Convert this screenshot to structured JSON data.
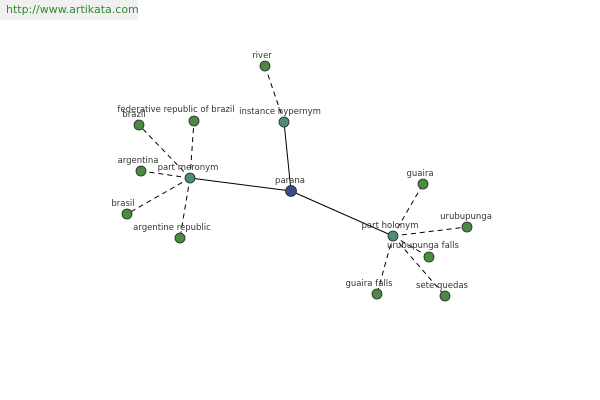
{
  "banner": {
    "url": "http://www.artikata.com"
  },
  "colors": {
    "center_node": "#3a4b8c",
    "relation_node": "#4f8a7f",
    "leaf_node": "#4c8a44",
    "edge": "#000000",
    "banner_text": "#2f8a2f",
    "banner_bg": "#f0f0f0"
  },
  "graph": {
    "nodes": [
      {
        "id": "parana",
        "label": "parana",
        "kind": "center"
      },
      {
        "id": "part_meronym",
        "label": "part meronym",
        "kind": "relation"
      },
      {
        "id": "instance_hypernym",
        "label": "instance hypernym",
        "kind": "relation"
      },
      {
        "id": "part_holonym",
        "label": "part holonym",
        "kind": "relation"
      },
      {
        "id": "river",
        "label": "river",
        "kind": "leaf"
      },
      {
        "id": "federative_republic_of_brazil",
        "label": "federative republic of brazil",
        "kind": "leaf"
      },
      {
        "id": "brazil",
        "label": "brazil",
        "kind": "leaf"
      },
      {
        "id": "argentina",
        "label": "argentina",
        "kind": "leaf"
      },
      {
        "id": "brasil",
        "label": "brasil",
        "kind": "leaf"
      },
      {
        "id": "argentine_republic",
        "label": "argentine republic",
        "kind": "leaf"
      },
      {
        "id": "guaira",
        "label": "guaira",
        "kind": "leaf"
      },
      {
        "id": "urubupunga",
        "label": "urubupunga",
        "kind": "leaf"
      },
      {
        "id": "urubupunga_falls",
        "label": "urubupunga falls",
        "kind": "leaf"
      },
      {
        "id": "guaira_falls",
        "label": "guaira falls",
        "kind": "leaf"
      },
      {
        "id": "sete_quedas",
        "label": "sete quedas",
        "kind": "leaf"
      }
    ],
    "edges": [
      {
        "from": "parana",
        "to": "part_meronym",
        "style": "solid"
      },
      {
        "from": "parana",
        "to": "instance_hypernym",
        "style": "solid"
      },
      {
        "from": "parana",
        "to": "part_holonym",
        "style": "solid"
      },
      {
        "from": "instance_hypernym",
        "to": "river",
        "style": "dashed"
      },
      {
        "from": "part_meronym",
        "to": "federative_republic_of_brazil",
        "style": "dashed"
      },
      {
        "from": "part_meronym",
        "to": "brazil",
        "style": "dashed"
      },
      {
        "from": "part_meronym",
        "to": "argentina",
        "style": "dashed"
      },
      {
        "from": "part_meronym",
        "to": "brasil",
        "style": "dashed"
      },
      {
        "from": "part_meronym",
        "to": "argentine_republic",
        "style": "dashed"
      },
      {
        "from": "part_holonym",
        "to": "guaira",
        "style": "dashed"
      },
      {
        "from": "part_holonym",
        "to": "urubupunga",
        "style": "dashed"
      },
      {
        "from": "part_holonym",
        "to": "urubupunga_falls",
        "style": "dashed"
      },
      {
        "from": "part_holonym",
        "to": "guaira_falls",
        "style": "dashed"
      },
      {
        "from": "part_holonym",
        "to": "sete_quedas",
        "style": "dashed"
      }
    ]
  }
}
